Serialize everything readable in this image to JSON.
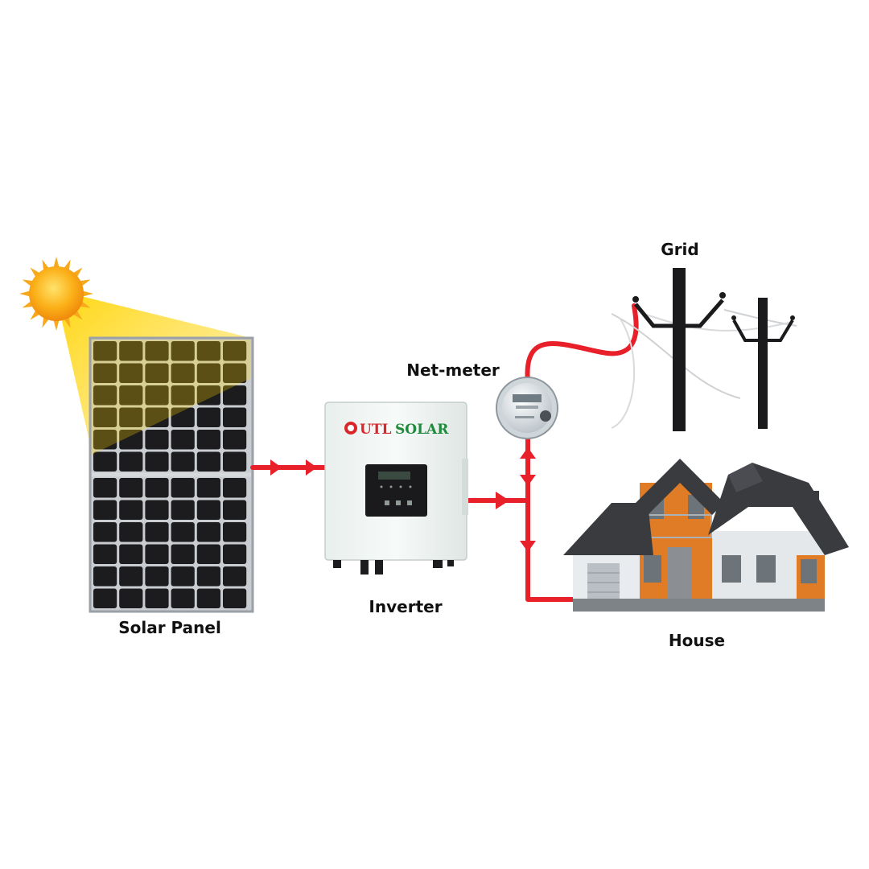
{
  "labels": {
    "solar_panel": "Solar Panel",
    "inverter": "Inverter",
    "net_meter": "Net-meter",
    "grid": "Grid",
    "house": "House"
  },
  "inverter_brand": {
    "prefix": "UTL",
    "suffix": "SOLAR",
    "prefix_color": "#d8262a",
    "suffix_color": "#1f8a3b"
  },
  "colors": {
    "wire": "#e8202a",
    "sun": "#f7a81b",
    "panel_cell": "#1c1c1f",
    "house_accent": "#e07b26",
    "roof": "#3a3b3f"
  }
}
